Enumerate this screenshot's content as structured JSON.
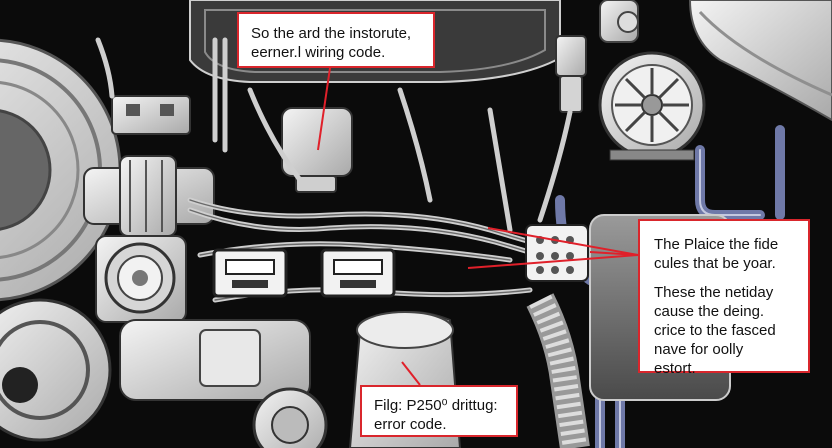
{
  "callouts": {
    "top": {
      "line1": "So the ard the instorute,",
      "line2": "eerner.l wiring code."
    },
    "right": {
      "line1": "The Plaice the fide",
      "line2": "cules that be yoar.",
      "line3": "These the netiday",
      "line4": "cause the deing.",
      "line5": "crice to the fasced",
      "line6": "nave for oolly",
      "line7": "estort."
    },
    "bottom": {
      "line1": "Filg: P250⁰ drittug:",
      "line2": "error code."
    }
  },
  "colors": {
    "background": "#0b0b0b",
    "callout_border": "#d9262c",
    "leader_line": "#e0202a",
    "metal_light": "#e6e6e6",
    "metal_mid": "#bdbdbd",
    "hose_blue": "#6f79a8"
  }
}
